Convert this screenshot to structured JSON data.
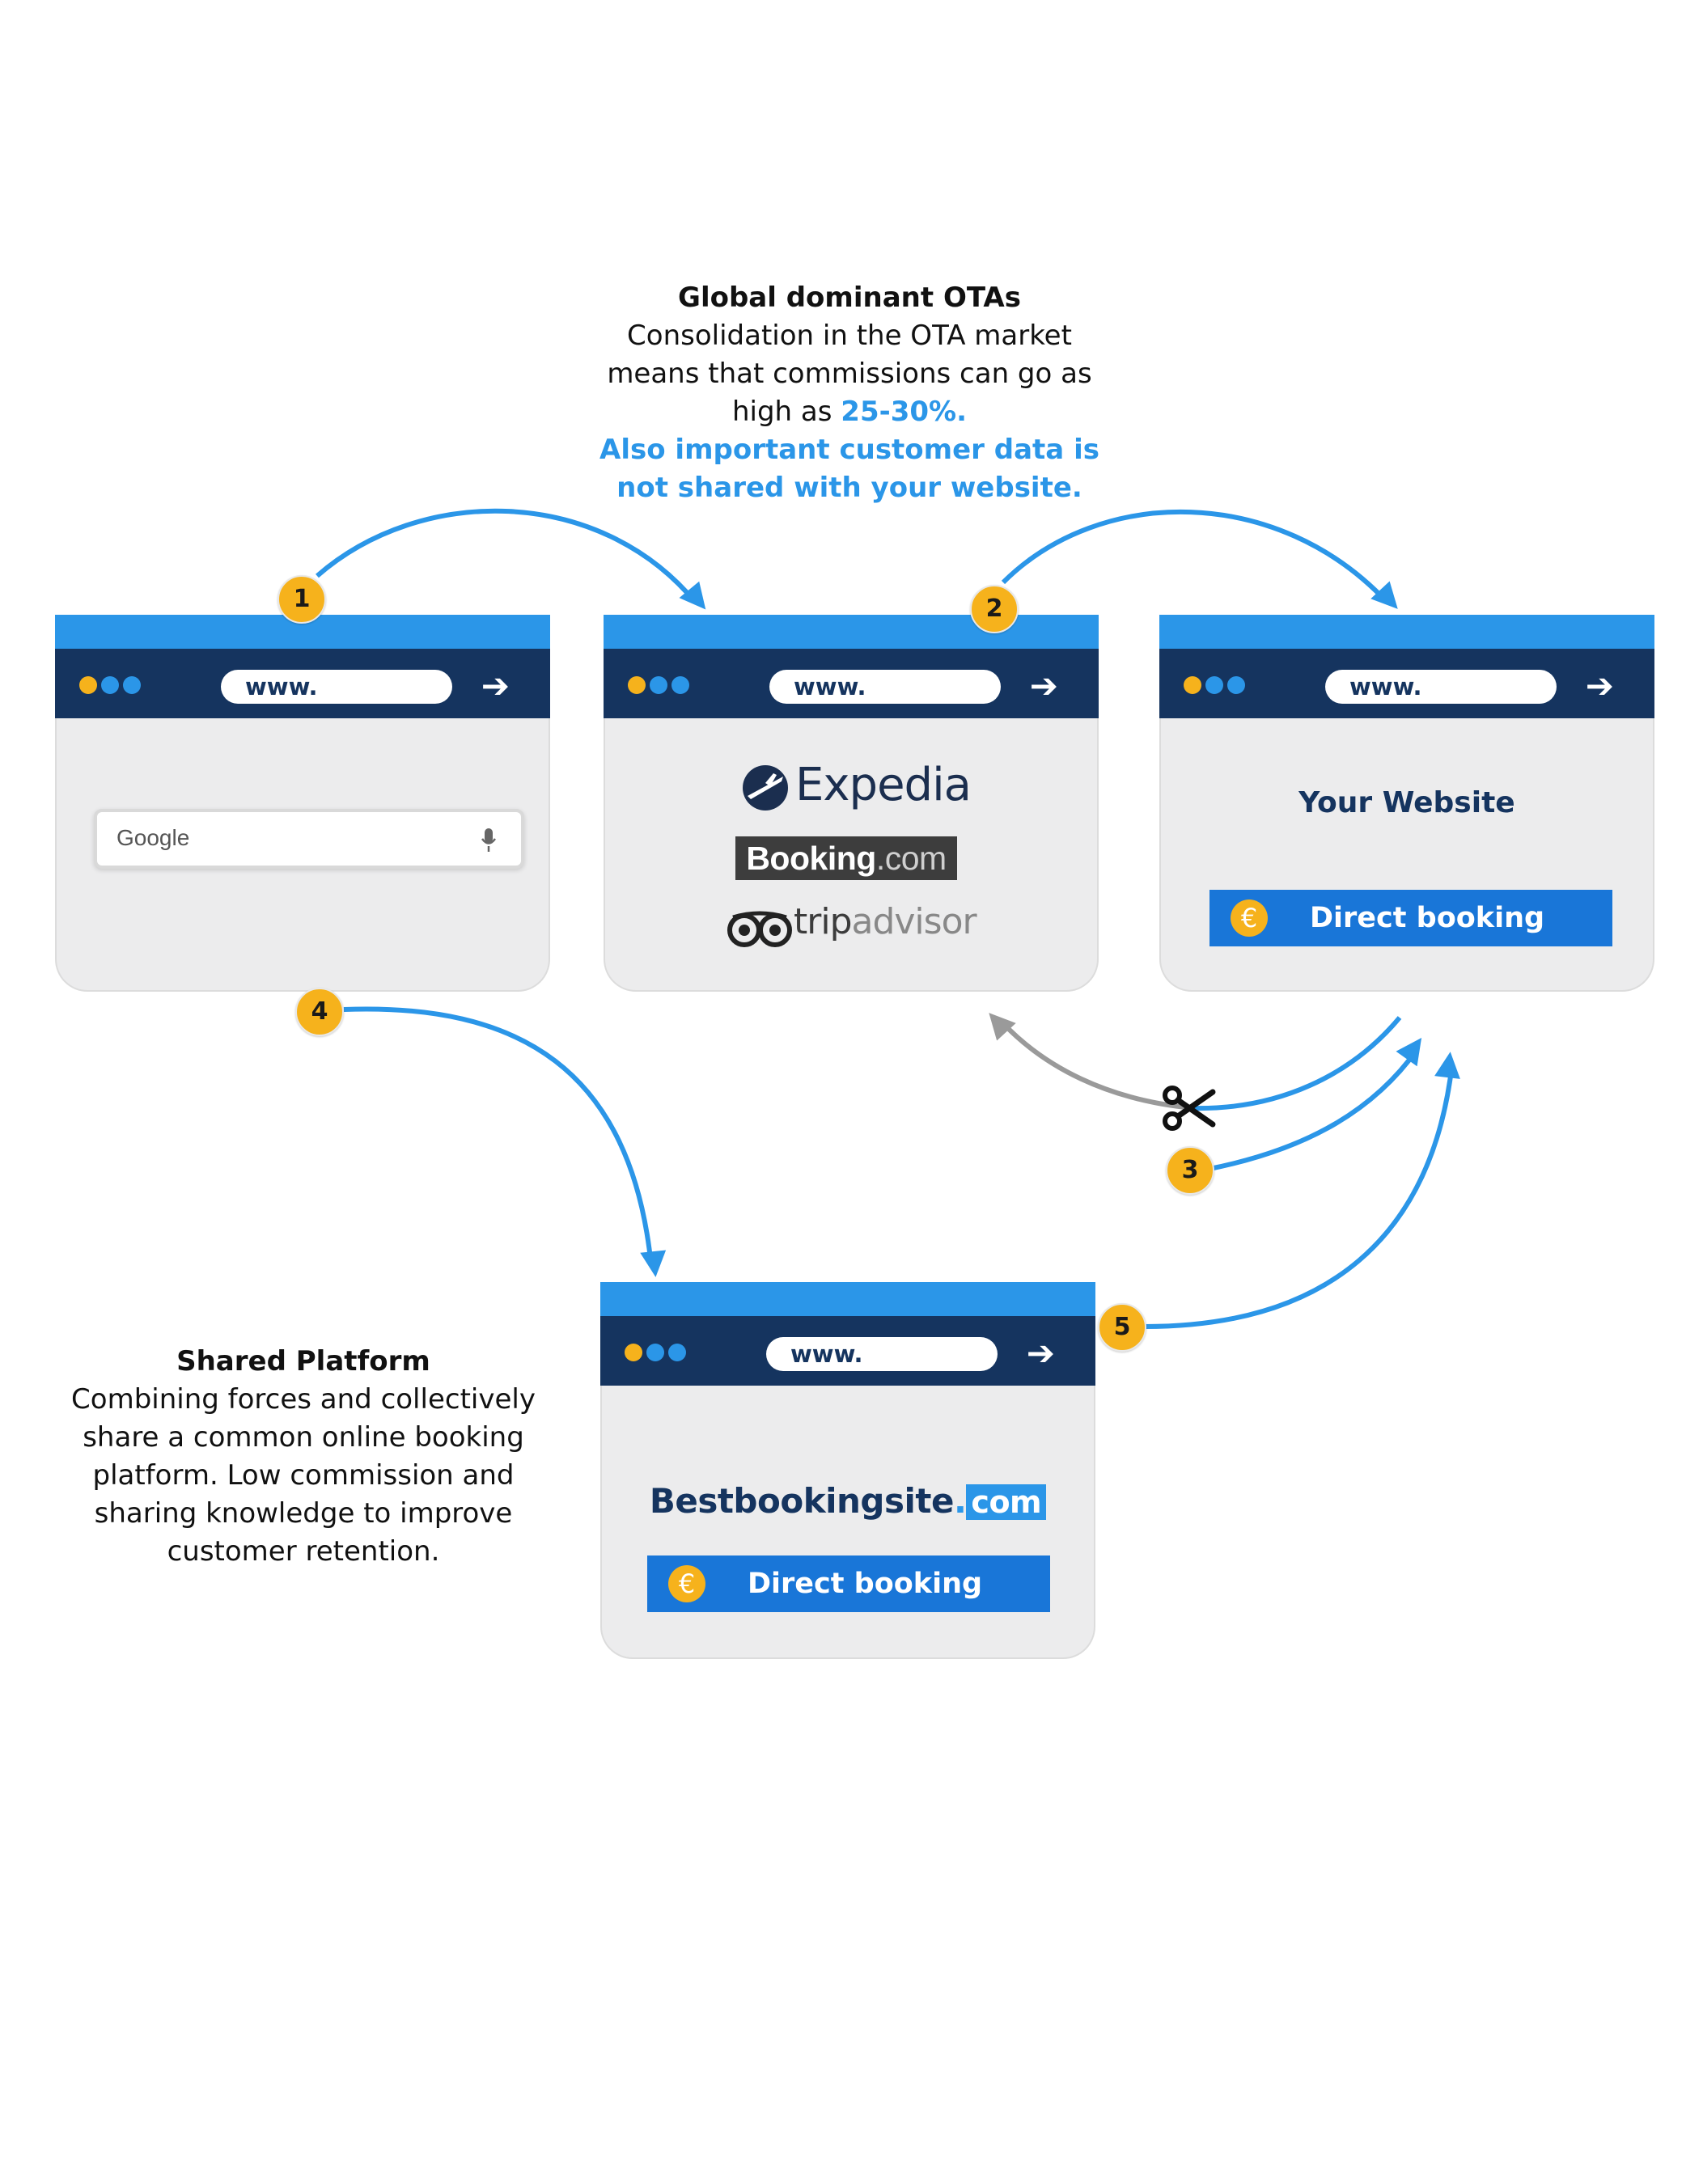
{
  "ota_note": {
    "heading": "Global dominant OTAs",
    "line1": "Consolidation in the OTA market",
    "line2": "means that commissions can go as",
    "line3_prefix": "high as ",
    "line3_highlight": "25-30%.",
    "line4": "Also important customer data is",
    "line5": "not shared with your website."
  },
  "shared_note": {
    "heading": "Shared Platform",
    "line1": "Combining forces and collectively",
    "line2": "share a common online booking",
    "line3": "platform. Low commission and",
    "line4": "sharing knowledge to improve",
    "line5": "customer retention."
  },
  "browser": {
    "url_text": "www.",
    "go_arrow": "➔"
  },
  "search": {
    "brand": "Google"
  },
  "otas": {
    "expedia": "Expedia",
    "booking_main": "Booking",
    "booking_com": ".com",
    "trip_a": "trip",
    "trip_b": "advisor"
  },
  "your_website": {
    "title": "Your Website",
    "button": "Direct booking",
    "currency": "€"
  },
  "shared_site": {
    "brand": "Bestbookingsite",
    "dot": ".",
    "com": "com",
    "button": "Direct booking",
    "currency": "€"
  },
  "steps": [
    "1",
    "2",
    "3",
    "4",
    "5"
  ],
  "colors": {
    "accent_blue": "#2b96e8",
    "navy": "#15345f",
    "badge_yellow": "#f6b21c",
    "cut_arrow_gray": "#9a9a9a"
  }
}
